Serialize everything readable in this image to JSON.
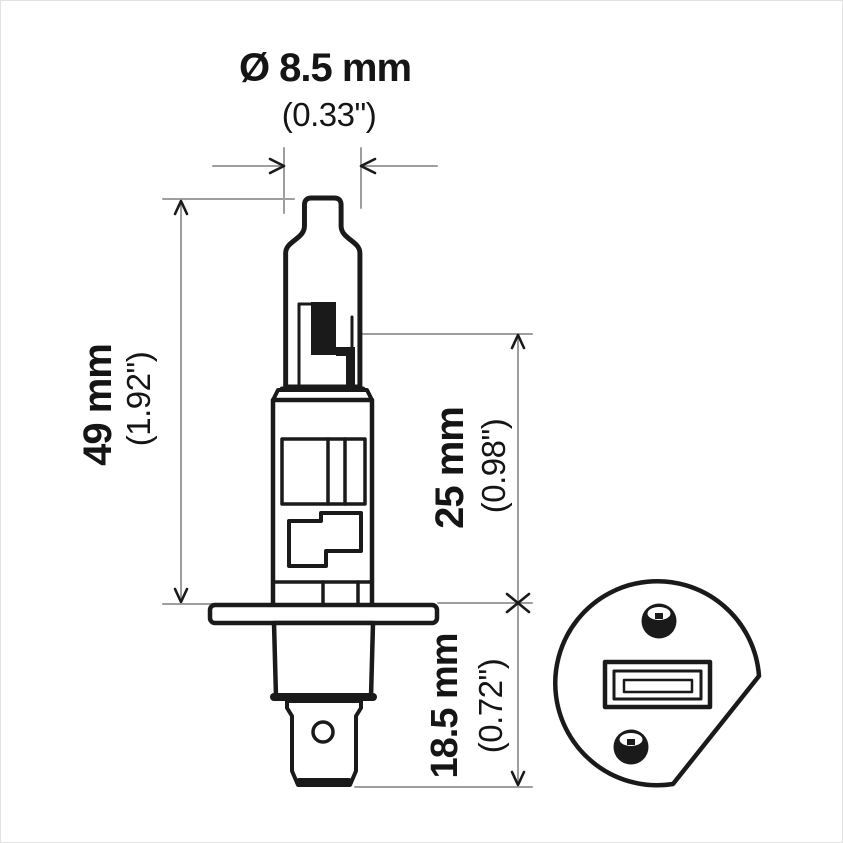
{
  "drawing": {
    "ink_color": "#1a1a1a",
    "dimension_line_color": "#9e9e9e",
    "background": "#ffffff"
  },
  "dimensions": {
    "diameter": {
      "metric": "Ø 8.5 mm",
      "imperial": "(0.33\")"
    },
    "overall_length": {
      "metric": "49 mm",
      "imperial": "(1.92\")"
    },
    "upper_base": {
      "metric": "25 mm",
      "imperial": "(0.98\")"
    },
    "lower_base": {
      "metric": "18.5 mm",
      "imperial": "(0.72\")"
    }
  }
}
